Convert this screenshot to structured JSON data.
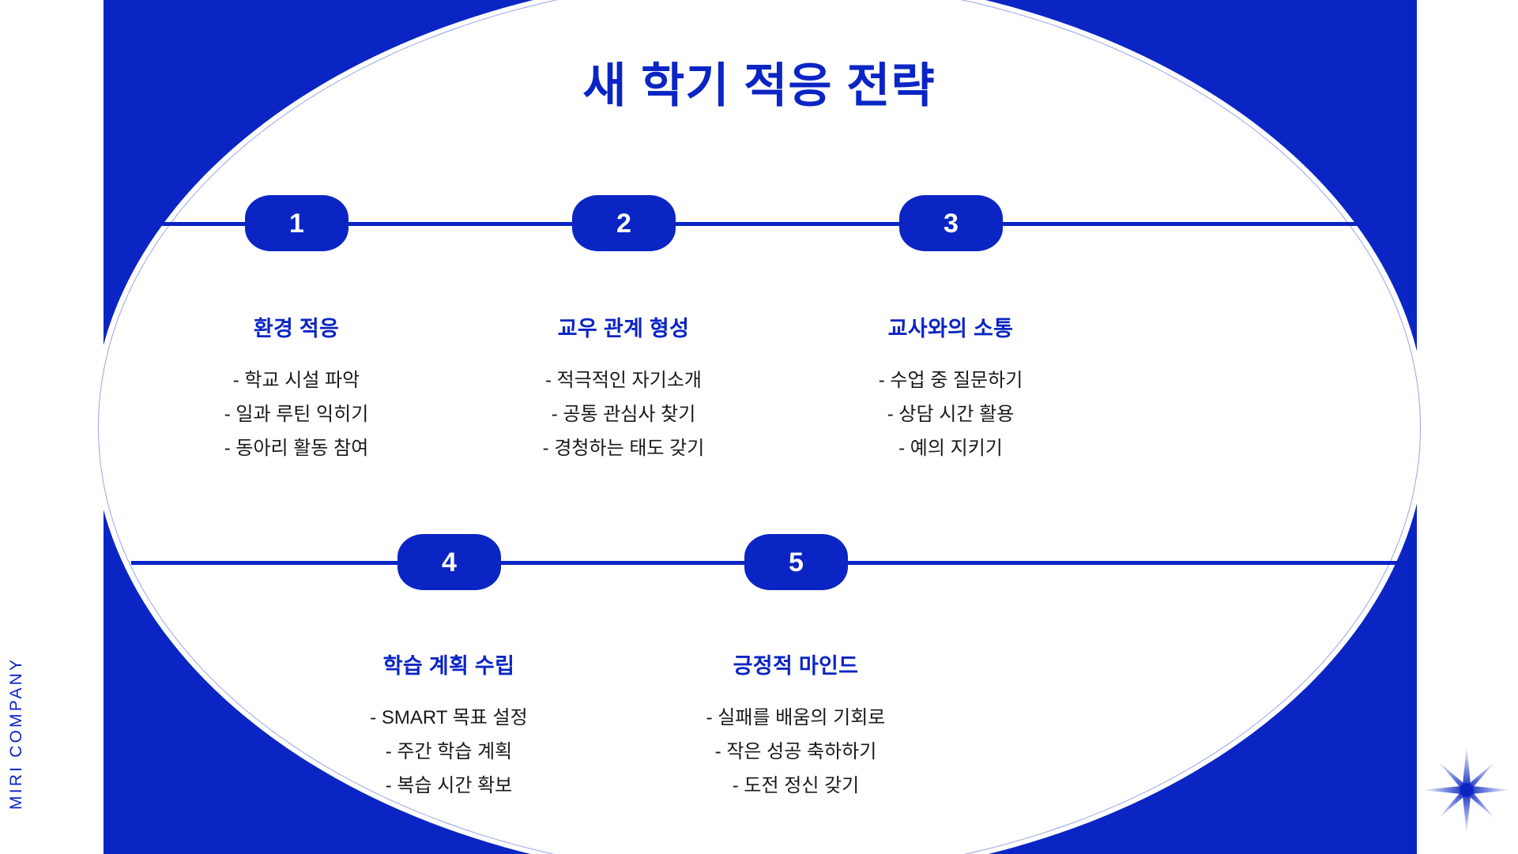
{
  "brand": {
    "vertical_text": "MIRI COMPANY"
  },
  "title": "새 학기 적응 전략",
  "colors": {
    "brand_blue": "#0b25c4",
    "panel_blue": "#0b25c4",
    "body_text": "#1a1a1a",
    "background": "#ffffff"
  },
  "steps": [
    {
      "number": "1",
      "heading": "환경 적응",
      "items": [
        "- 학교 시설 파악",
        "- 일과 루틴 익히기",
        "- 동아리 활동 참여"
      ]
    },
    {
      "number": "2",
      "heading": "교우 관계 형성",
      "items": [
        "- 적극적인 자기소개",
        "- 공통 관심사 찾기",
        "- 경청하는 태도 갖기"
      ]
    },
    {
      "number": "3",
      "heading": "교사와의 소통",
      "items": [
        "- 수업 중 질문하기",
        "- 상담 시간 활용",
        "- 예의 지키기"
      ]
    },
    {
      "number": "4",
      "heading": "학습 계획 수립",
      "items": [
        "- SMART 목표 설정",
        "- 주간 학습 계획",
        "- 복습 시간 확보"
      ]
    },
    {
      "number": "5",
      "heading": "긍정적 마인드",
      "items": [
        "- 실패를 배움의 기회로",
        "- 작은 성공 축하하기",
        "- 도전 정신 갖기"
      ]
    }
  ],
  "decoration": {
    "sparkle": "sparkle-star-icon"
  }
}
